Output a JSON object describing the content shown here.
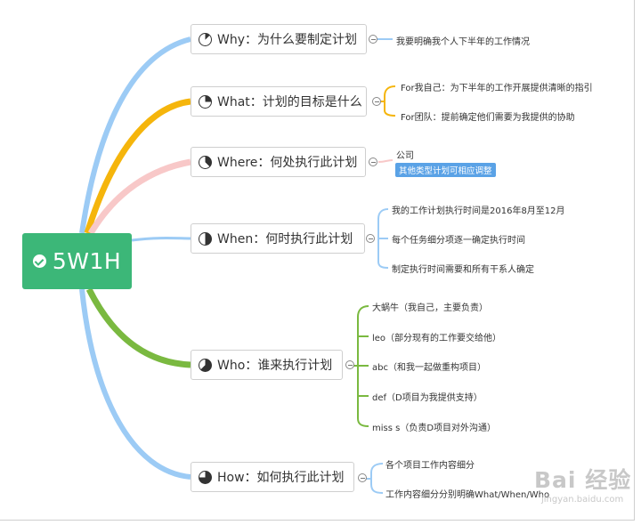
{
  "root": {
    "title": "5W1H",
    "color": "#3cb778"
  },
  "branches": [
    {
      "id": "why",
      "title": "Why：为什么要制定计划",
      "color": "#9ccbf5",
      "leaves": [
        "我要明确我个人下半年的工作情况"
      ]
    },
    {
      "id": "what",
      "title": "What：计划的目标是什么",
      "color": "#f5b50c",
      "leaves": [
        "For我自己：为下半年的工作开展提供清晰的指引",
        "For团队：提前确定他们需要为我提供的协助"
      ]
    },
    {
      "id": "where",
      "title": "Where：何处执行此计划",
      "color": "#f8c8c8",
      "leaves": [
        "公司"
      ],
      "tag": "其他类型计划可相应调整"
    },
    {
      "id": "when",
      "title": "When：何时执行此计划",
      "color": "#9ccbf5",
      "leaves": [
        "我的工作计划执行时间是2016年8月至12月",
        "每个任务细分项逐一确定执行时间",
        "制定执行时间需要和所有干系人确定"
      ]
    },
    {
      "id": "who",
      "title": "Who：谁来执行计划",
      "color": "#7ab940",
      "leaves": [
        "大蜗牛（我自己，主要负责）",
        "leo（部分现有的工作要交给他）",
        "abc（和我一起做重构项目）",
        "def（D项目为我提供支持）",
        "miss s（负责D项目对外沟通）"
      ]
    },
    {
      "id": "how",
      "title": "How：如何执行此计划",
      "color": "#9ccbf5",
      "leaves": [
        "各个项目工作内容细分",
        "工作内容细分分别明确What/When/Who"
      ]
    }
  ],
  "watermark": {
    "text": "Bai 经验",
    "url": "jingyan.baidu.com"
  }
}
